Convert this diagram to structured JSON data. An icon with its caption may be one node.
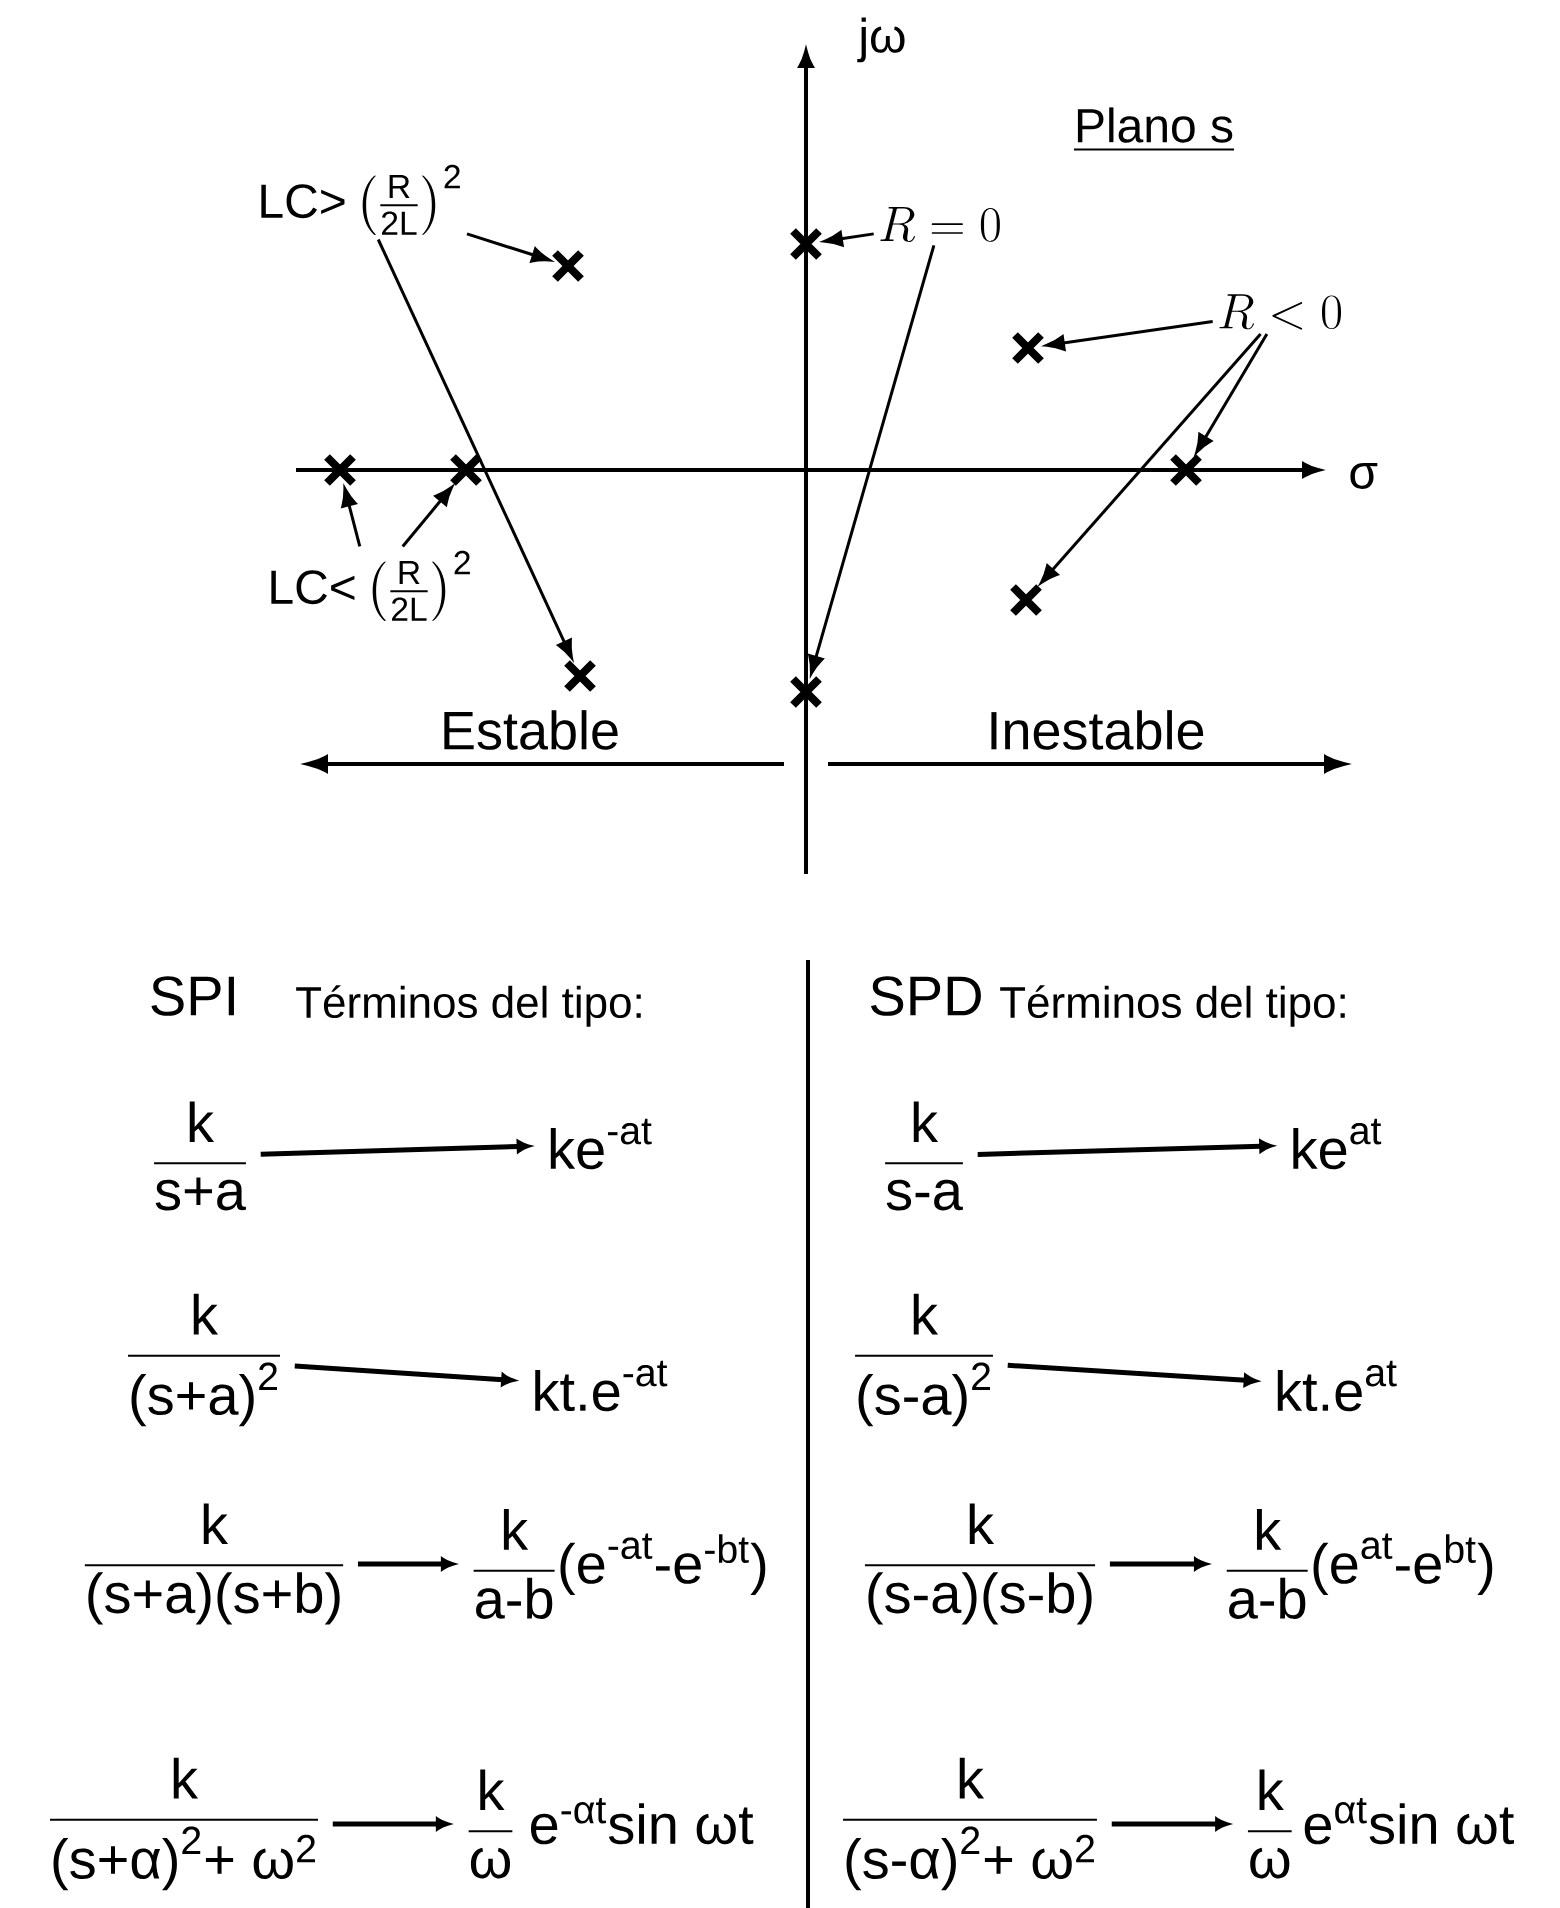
{
  "diagram": {
    "nodes": [
      {
        "text": [
          "\\text{LC>}\\left(\\frac{\\text{R}}{\\text{2L}}\\right)^{\\text{2}}"
        ]
      },
      {
        "text": [],
        "shape": "cross"
      },
      {
        "text": [],
        "shape": "cross"
      },
      {
        "text": [
          "R=0"
        ]
      },
      {
        "text": [],
        "shape": "cross"
      },
      {
        "text": [],
        "shape": "cross"
      },
      {
        "text": [
          "R<0"
        ]
      },
      {
        "text": [],
        "shape": "cross"
      },
      {
        "text": [],
        "shape": "cross"
      },
      {
        "text": [],
        "shape": "cross"
      },
      {
        "text": [
          "\\text{LC<}\\left(\\frac{\\text{R}}{\\text{2L}}\\right)^{\\text{2}}"
        ]
      },
      {
        "text": [],
        "shape": "cross"
      },
      {
        "text": [],
        "shape": "cross"
      },
      {
        "text": [
          "\\frac{\\text{k}}{\\text{s+a}}"
        ]
      },
      {
        "text": [
          "\\text{ke}^{\\text{-at}}"
        ]
      },
      {
        "text": [
          "\\frac{\\text{k}}{\\text{s-a}}"
        ]
      },
      {
        "text": [
          "\\text{ke}^{\\text{at}}"
        ]
      },
      {
        "text": [
          "\\frac{\\text{k}}{\\text{(s+a)}^{\\text{2}}}"
        ]
      },
      {
        "text": [
          "\\text{kt.e}^{\\text{-at}}"
        ]
      },
      {
        "text": [
          "\\frac{\\text{k}}{\\text{(s-a)}^{\\text{2}}}"
        ]
      },
      {
        "text": [
          "\\text{kt.e}^{\\text{at}}"
        ]
      },
      {
        "text": [
          "\\frac{\\text{k}}{\\text{(s+a)(s+b)}}"
        ]
      },
      {
        "text": [
          "\\frac{\\text{k}}{\\text{a-b}}\\text{(e}^{\\text{-at}}\\text{-e}^{\\text{-bt}}\\text{)}"
        ]
      },
      {
        "text": [
          "\\frac{\\text{k}}{\\text{(s-a)(s-b)}}"
        ]
      },
      {
        "text": [
          "\\frac{\\text{k}}{\\text{a-b}}\\text{(e}^{\\text{at}}\\text{-e}^{\\text{bt}}\\text{)}"
        ]
      },
      {
        "text": [
          "\\frac{\\text{k}}{\\text{(s+α)}^{\\text{2}}\\text{+ ω}^{\\text{2}}}"
        ]
      },
      {
        "text": [
          "\\frac{\\text{k}}{\\text{ω}}\\;\\text{e}^{\\text{-αt}}\\text{sin ωt}"
        ]
      },
      {
        "text": [
          "\\frac{\\text{k}}{\\text{(s-α)}^{\\text{2}}\\text{+ ω}^{\\text{2}}}"
        ]
      },
      {
        "text": [
          "\\frac{\\text{k}}{\\text{ω}}\\,\\text{e}^{\\text{αt}}\\text{sin ωt}"
        ]
      }
    ],
    "edges": [
      {
        "from": 0,
        "to": 1,
        "arrow": "to"
      },
      {
        "from": 0,
        "to": 2,
        "arrow": "to"
      },
      {
        "from": 3,
        "to": 4,
        "arrow": "to"
      },
      {
        "from": 3,
        "to": 5,
        "arrow": "to"
      },
      {
        "from": 6,
        "to": 7,
        "arrow": "to"
      },
      {
        "from": 6,
        "to": 8,
        "arrow": "to"
      },
      {
        "from": 6,
        "to": 9,
        "arrow": "to"
      },
      {
        "from": 10,
        "to": 11,
        "arrow": "to"
      },
      {
        "from": 10,
        "to": 12,
        "arrow": "to"
      },
      {
        "from": 13,
        "to": 14,
        "arrow": "to"
      },
      {
        "from": 15,
        "to": 16,
        "arrow": "to"
      },
      {
        "from": 17,
        "to": 18,
        "arrow": "to"
      },
      {
        "from": 19,
        "to": 20,
        "arrow": "to"
      },
      {
        "from": 21,
        "to": 22,
        "arrow": "to"
      },
      {
        "from": 23,
        "to": 24,
        "arrow": "to"
      },
      {
        "from": 25,
        "to": 26,
        "arrow": "to"
      },
      {
        "from": 27,
        "to": 28,
        "arrow": "to"
      }
    ],
    "labels": [
      "jω",
      "σ",
      "Plano s",
      "Estable",
      "Inestable",
      "SPI",
      "Términos del tipo:",
      "SPD",
      "Términos del tipo:"
    ]
  }
}
